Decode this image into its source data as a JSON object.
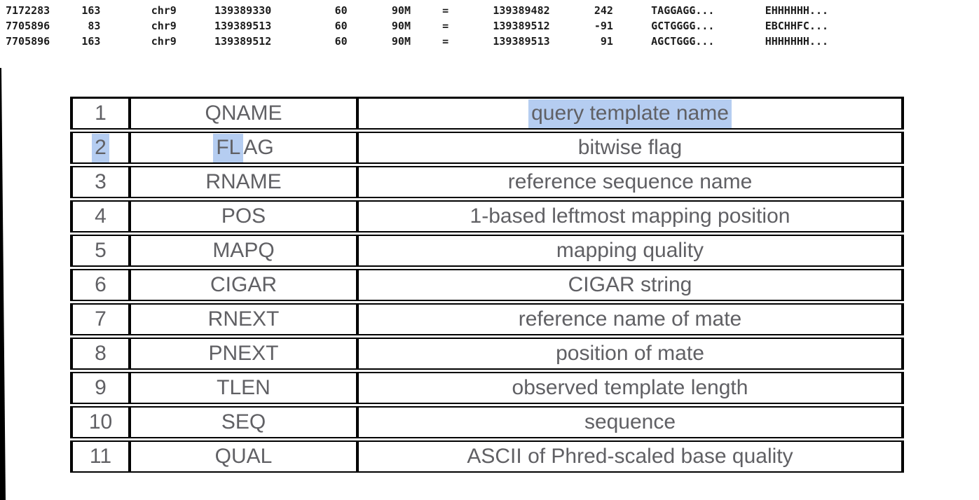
{
  "colors": {
    "highlight": "#b5cdf1",
    "table_text": "#606064",
    "mono_text": "#1c1c1c",
    "border": "#000000"
  },
  "sam_records": {
    "lines": [
      "7172283     163        chr9      139389330          60       90M     =       139389482       242      TAGGAGG...        EHHHHHH...",
      "7705896      83        chr9      139389513          60       90M     =       139389512       -91      GCTGGGG...        EBCHHFC...",
      "7705896     163        chr9      139389512          60       90M     =       139389513        91      AGCTGGG...        HHHHHHH..."
    ]
  },
  "fields_table": {
    "rows": [
      {
        "num_pre": "1",
        "num_hl": "",
        "num_post": "",
        "name_pre": "QNAME",
        "name_hl": "",
        "name_post": "",
        "desc_pre": "",
        "desc_hl": "query template name",
        "desc_post": ""
      },
      {
        "num_pre": "",
        "num_hl": "2",
        "num_post": "",
        "name_pre": "",
        "name_hl": "FL",
        "name_post": "AG",
        "desc_pre": "bitwise flag",
        "desc_hl": "",
        "desc_post": ""
      },
      {
        "num_pre": "3",
        "num_hl": "",
        "num_post": "",
        "name_pre": "RNAME",
        "name_hl": "",
        "name_post": "",
        "desc_pre": "reference sequence name",
        "desc_hl": "",
        "desc_post": ""
      },
      {
        "num_pre": "4",
        "num_hl": "",
        "num_post": "",
        "name_pre": "POS",
        "name_hl": "",
        "name_post": "",
        "desc_pre": "1-based leftmost mapping position",
        "desc_hl": "",
        "desc_post": ""
      },
      {
        "num_pre": "5",
        "num_hl": "",
        "num_post": "",
        "name_pre": "MAPQ",
        "name_hl": "",
        "name_post": "",
        "desc_pre": "mapping quality",
        "desc_hl": "",
        "desc_post": ""
      },
      {
        "num_pre": "6",
        "num_hl": "",
        "num_post": "",
        "name_pre": "CIGAR",
        "name_hl": "",
        "name_post": "",
        "desc_pre": "CIGAR string",
        "desc_hl": "",
        "desc_post": ""
      },
      {
        "num_pre": "7",
        "num_hl": "",
        "num_post": "",
        "name_pre": "RNEXT",
        "name_hl": "",
        "name_post": "",
        "desc_pre": "reference name of mate",
        "desc_hl": "",
        "desc_post": ""
      },
      {
        "num_pre": "8",
        "num_hl": "",
        "num_post": "",
        "name_pre": "PNEXT",
        "name_hl": "",
        "name_post": "",
        "desc_pre": "position of mate",
        "desc_hl": "",
        "desc_post": ""
      },
      {
        "num_pre": "9",
        "num_hl": "",
        "num_post": "",
        "name_pre": "TLEN",
        "name_hl": "",
        "name_post": "",
        "desc_pre": "observed template length",
        "desc_hl": "",
        "desc_post": ""
      },
      {
        "num_pre": "10",
        "num_hl": "",
        "num_post": "",
        "name_pre": "SEQ",
        "name_hl": "",
        "name_post": "",
        "desc_pre": "sequence",
        "desc_hl": "",
        "desc_post": ""
      },
      {
        "num_pre": "11",
        "num_hl": "",
        "num_post": "",
        "name_pre": "QUAL",
        "name_hl": "",
        "name_post": "",
        "desc_pre": "ASCII of Phred-scaled base quality",
        "desc_hl": "",
        "desc_post": ""
      }
    ]
  }
}
